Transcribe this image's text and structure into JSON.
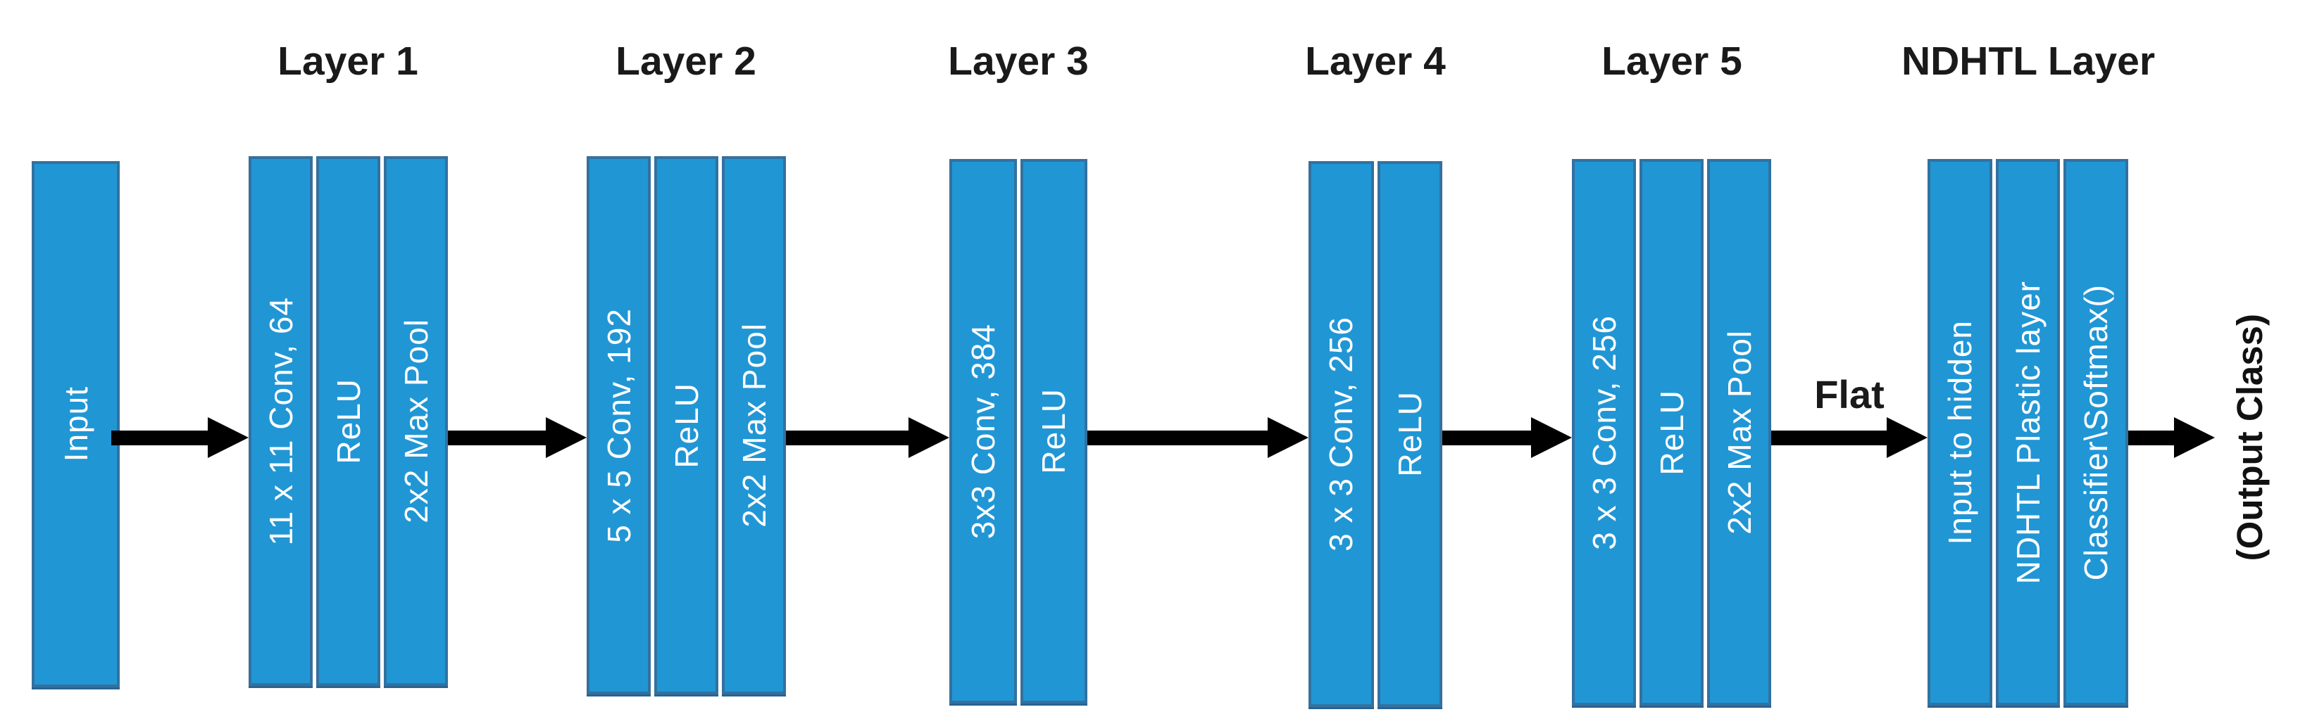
{
  "diagram": {
    "kind": "cnn-architecture-figure",
    "block_fill_color": "#2196D5",
    "block_border_color": "#33719F",
    "arrow_color": "#000000",
    "title_color": "#1A1A1A",
    "input": {
      "label": "Input"
    },
    "layers": [
      {
        "title": "Layer 1",
        "columns": [
          "11 x 11 Conv, 64",
          "ReLU",
          "2x2 Max Pool"
        ]
      },
      {
        "title": "Layer 2",
        "columns": [
          "5 x 5 Conv, 192",
          "ReLU",
          "2x2 Max Pool"
        ]
      },
      {
        "title": "Layer 3",
        "columns": [
          "3x3 Conv, 384",
          "ReLU"
        ]
      },
      {
        "title": "Layer 4",
        "columns": [
          "3 x 3 Conv, 256",
          "ReLU"
        ]
      },
      {
        "title": "Layer 5",
        "columns": [
          "3 x 3 Conv, 256",
          "ReLU",
          "2x2 Max Pool"
        ]
      },
      {
        "title": "NDHTL Layer",
        "columns": [
          "Input to hidden",
          "NDHTL Plastic layer",
          "Classifier\\Softmax()"
        ]
      }
    ],
    "flat_label": "Flat",
    "output_label": "(Output Class)"
  }
}
